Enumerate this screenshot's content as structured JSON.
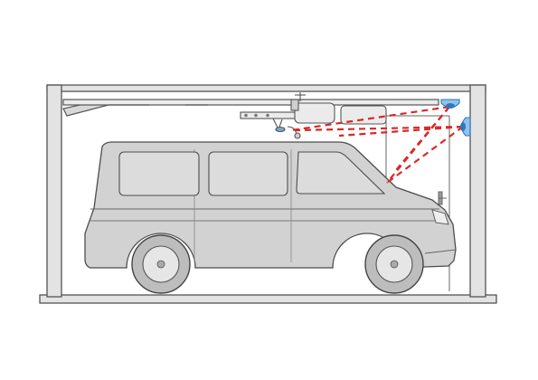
{
  "diagram": {
    "subject": "garage-door-opener-with-safety-sensors",
    "colors": {
      "background": "#ffffff",
      "structure_fill": "#e3e3e3",
      "structure_stroke": "#555555",
      "van_fill": "#d2d2d2",
      "window_fill": "#dcdcdc",
      "sensor_beam": "#d62a2a",
      "sensor_body": "#8fc3ec",
      "sensor_dark": "#2f77b8",
      "mechanism_fill": "#ebebeb"
    },
    "components": [
      "garage-structure",
      "ceiling-rail",
      "opener-motor",
      "light-unit",
      "ceiling-sensor",
      "wall-sensor",
      "van",
      "inner-door"
    ],
    "beams": {
      "count": 6,
      "style": "dashed"
    }
  }
}
